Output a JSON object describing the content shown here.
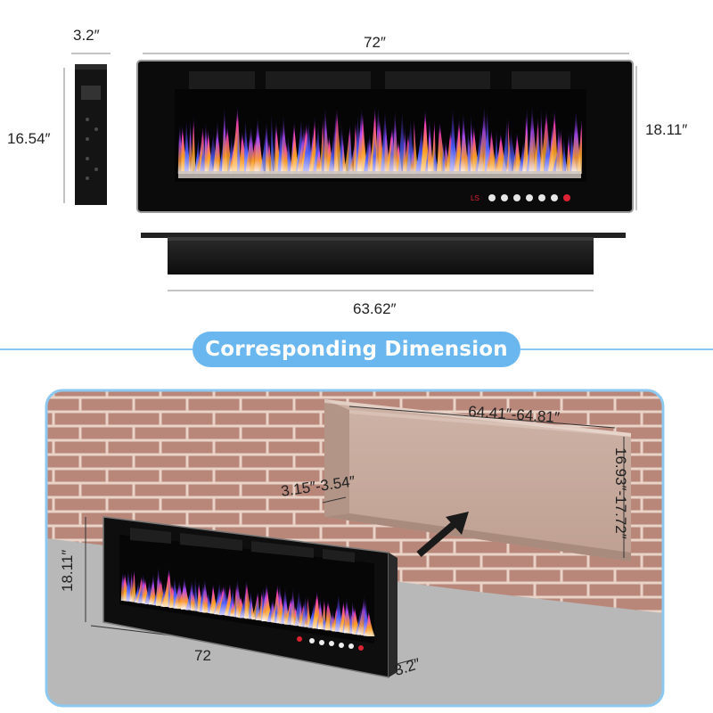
{
  "top_view": {
    "depth_label": "3.2″",
    "width_label": "72″",
    "side_height_label": "16.54″",
    "front_height_label": "18.11″",
    "bottom_width_label": "63.62″"
  },
  "banner": {
    "title": "Corresponding Dimension"
  },
  "install_view": {
    "recess_width_label": "64.41″-64.81″",
    "recess_depth_label": "3.15″-3.54″",
    "recess_height_label": "16.93″-17.72″",
    "unit_height_label": "18.11″",
    "unit_width_label": "72",
    "unit_depth_label": "3.2″"
  },
  "colors": {
    "banner": "#6ab7f0",
    "brick": "#b9867a",
    "mortar": "#e9d2c6",
    "recess": "#c4a89c",
    "floor": "#b8b8b8",
    "panel_border": "#8cc8f0"
  },
  "icons": [
    "flame-display",
    "control-buttons",
    "arrow-icon"
  ]
}
